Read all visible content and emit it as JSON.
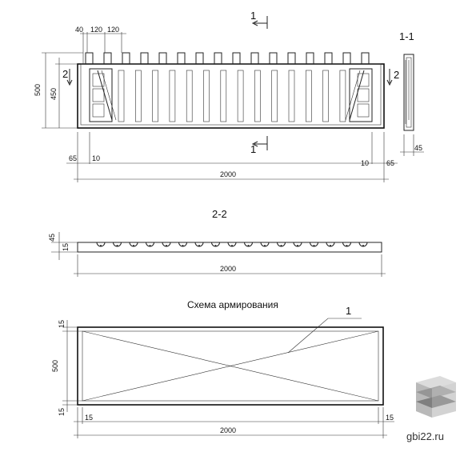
{
  "section_1_1": {
    "title": "1-1",
    "cut_label": "1",
    "cut_label_bottom": "1",
    "section2_marker_left": "2",
    "section2_marker_right": "2",
    "dims": {
      "top_40": "40",
      "top_120a": "120",
      "top_120b": "120",
      "height_500": "500",
      "height_450": "450",
      "left_65": "65",
      "left_10": "10",
      "right_10": "10",
      "right_65": "65",
      "length_2000": "2000",
      "thick_45": "45"
    }
  },
  "section_2_2": {
    "title": "2-2",
    "dims": {
      "h_45": "45",
      "h_15": "15",
      "length_2000": "2000"
    }
  },
  "reinforcement": {
    "title": "Схема армирования",
    "callout": "1",
    "dims": {
      "top_15": "15",
      "height_500": "500",
      "bottom_15": "15",
      "left_15": "15",
      "right_15": "15",
      "length_2000": "2000"
    }
  },
  "watermark": {
    "text": "gbi22.ru",
    "colors": {
      "top": "#dcdcdc",
      "mid": "#a8a8a8",
      "bottom": "#6e6e6e"
    }
  }
}
